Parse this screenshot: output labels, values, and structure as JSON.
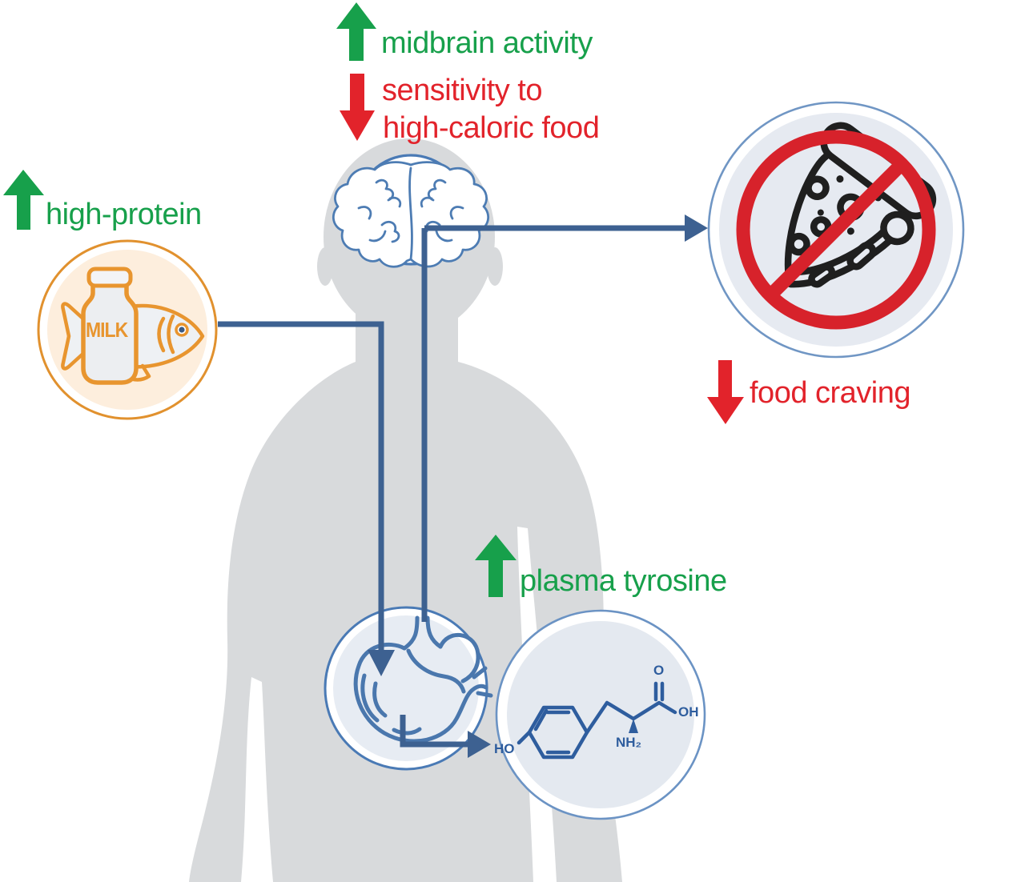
{
  "diagram": {
    "description_colors": {
      "increase_green": "#17a04b",
      "decrease_red": "#e2232b",
      "connector_blue": "#3d6191",
      "organ_icon_blue": "#4a77ad",
      "molecule_blue": "#2e5d9e",
      "circle_stroke_blue": "#6b93c4",
      "circle_fill_light_blue": "#e6eaf1",
      "orange": "#e8952f",
      "peach_fill": "#fdeedd",
      "silhouette_gray": "#d8dadc",
      "prohibition_red": "#d7222b",
      "pizza_outline_black": "#1f1f1f"
    },
    "annotations": [
      {
        "id": "midbrain-activity",
        "direction": "up",
        "color": "#17a04b",
        "text": "midbrain activity"
      },
      {
        "id": "sensitivity",
        "direction": "down",
        "color": "#e2232b",
        "lines": [
          "sensitivity to",
          "high-caloric food"
        ]
      },
      {
        "id": "high-protein",
        "direction": "up",
        "color": "#17a04b",
        "text": "high-protein"
      },
      {
        "id": "plasma-tyrosine",
        "direction": "up",
        "color": "#17a04b",
        "text": "plasma tyrosine"
      },
      {
        "id": "food-craving",
        "direction": "down",
        "color": "#e2232b",
        "text": "food craving"
      }
    ],
    "nodes": [
      {
        "id": "protein-foods",
        "icons": [
          "milk-bottle",
          "fish"
        ],
        "icon_label": "MILK"
      },
      {
        "id": "brain",
        "icons": [
          "brain"
        ]
      },
      {
        "id": "stomach",
        "icons": [
          "stomach"
        ]
      },
      {
        "id": "tyrosine-molecule",
        "icons": [
          "tyrosine-structure"
        ],
        "atom_labels": [
          "HO",
          "O",
          "OH",
          "NH₂"
        ]
      },
      {
        "id": "no-pizza",
        "icons": [
          "pizza-slice",
          "prohibition-sign"
        ]
      }
    ],
    "edges": [
      {
        "from": "protein-foods",
        "to": "stomach",
        "arrowhead": true
      },
      {
        "from": "brain",
        "to": "stomach",
        "arrowhead": false
      },
      {
        "from": "brain",
        "to": "no-pizza",
        "arrowhead": true
      },
      {
        "from": "stomach",
        "to": "tyrosine-molecule",
        "arrowhead": true
      }
    ]
  }
}
